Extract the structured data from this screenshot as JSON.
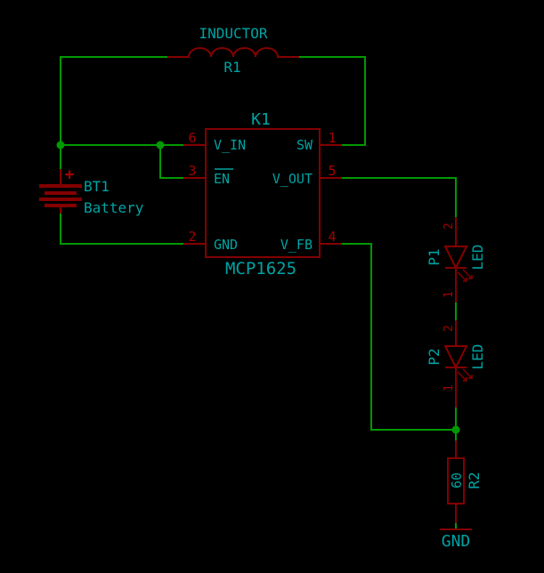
{
  "colors": {
    "background": "#000000",
    "wire": "#009900",
    "body": "#840000",
    "ref_text": "#00a3a3",
    "pin_text": "#a40000",
    "junction": "#009900"
  },
  "inductor": {
    "name": "INDUCTOR",
    "ref": "R1"
  },
  "ic": {
    "ref": "K1",
    "value": "MCP1625",
    "pins": [
      {
        "num": "6",
        "name": "V_IN"
      },
      {
        "num": "3",
        "name": "EN"
      },
      {
        "num": "2",
        "name": "GND"
      },
      {
        "num": "1",
        "name": "SW"
      },
      {
        "num": "5",
        "name": "V_OUT"
      },
      {
        "num": "4",
        "name": "V_FB"
      }
    ]
  },
  "battery": {
    "ref": "BT1",
    "value": "Battery",
    "plus": "+"
  },
  "led1": {
    "ref": "P1",
    "value": "LED",
    "pin_a": "2",
    "pin_k": "1"
  },
  "led2": {
    "ref": "P2",
    "value": "LED",
    "pin_a": "2",
    "pin_k": "1"
  },
  "resistor": {
    "ref": "R2",
    "value": "60"
  },
  "ground": {
    "label": "GND"
  }
}
